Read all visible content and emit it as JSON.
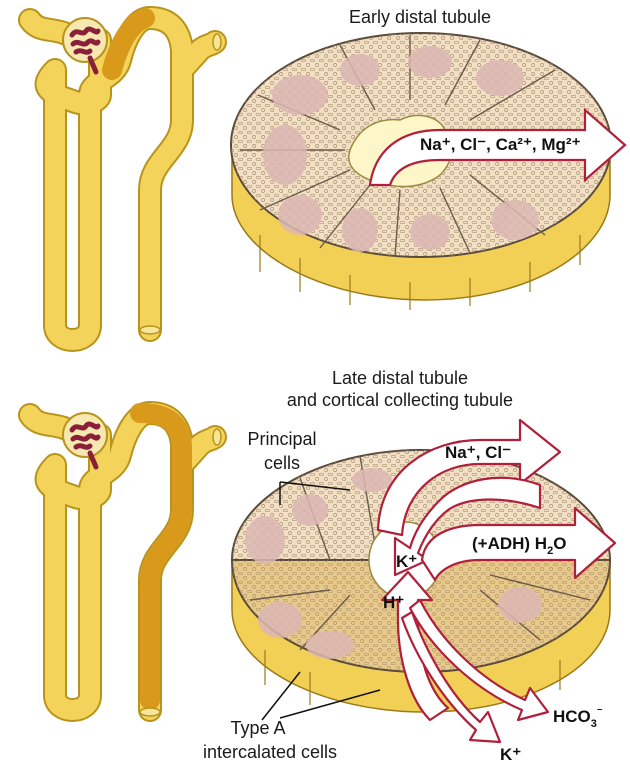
{
  "top_panel": {
    "title": "Early distal tubule",
    "ions_label": "Na⁺, Cl⁻, Ca²⁺, Mg²⁺"
  },
  "bottom_panel": {
    "title_line1": "Late distal tubule",
    "title_line2": "and cortical collecting tubule",
    "principal_line1": "Principal",
    "principal_line2": "cells",
    "intercalated_line1": "Type A",
    "intercalated_line2": "intercalated cells",
    "ions": {
      "na_cl": "Na⁺, Cl⁻",
      "k_in": "K⁺",
      "adh_h2o_prefix": "(+ADH) H",
      "adh_h2o_sub": "2",
      "adh_h2o_suffix": "O",
      "h_plus": "H⁺",
      "hco3_prefix": "HCO",
      "hco3_sub": "3",
      "hco3_sup": "⁻",
      "k_out": "K⁺"
    }
  },
  "colors": {
    "tubule": "#f3d35a",
    "tubule_outline": "#b8941c",
    "highlight_segment": "#d99a1c",
    "cell_fill": "#f2dfc4",
    "nucleus": "#dcb8b4",
    "intercalated_cell_fill": "#e9c98a",
    "arrow_outline": "#b0203a",
    "glomerulus": "#8a1f3a"
  }
}
